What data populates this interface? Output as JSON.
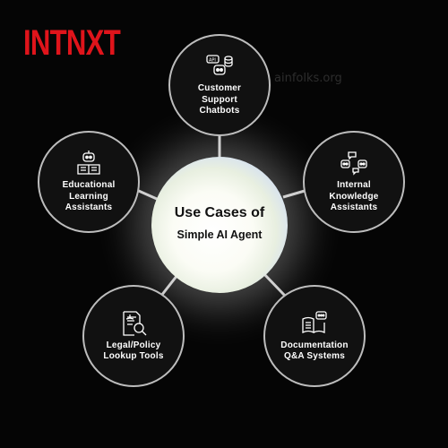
{
  "brand": {
    "logo_text": "INTNXT"
  },
  "watermark": "ainfolks.org",
  "center": {
    "line1": "Use Cases of",
    "line2": "Simple  AI Agent"
  },
  "nodes": [
    {
      "lines": [
        "Customer",
        "Support",
        "Chatbots"
      ],
      "icon": "chatbot-api-icon"
    },
    {
      "lines": [
        "Internal",
        "Knowledge",
        "Assistants"
      ],
      "icon": "robots-chat-icon"
    },
    {
      "lines": [
        "Documentation",
        "Q&A Systems"
      ],
      "icon": "book-chat-icon"
    },
    {
      "lines": [
        "Legal/Policy",
        "Lookup Tools"
      ],
      "icon": "document-search-icon"
    },
    {
      "lines": [
        "Educational",
        "Learning",
        "Assistants"
      ],
      "icon": "robot-teacher-icon"
    }
  ],
  "colors": {
    "brand": "#e0141b",
    "node_border": "#bdbdbd",
    "connector": "#c8c8c8",
    "background": "#050505"
  }
}
